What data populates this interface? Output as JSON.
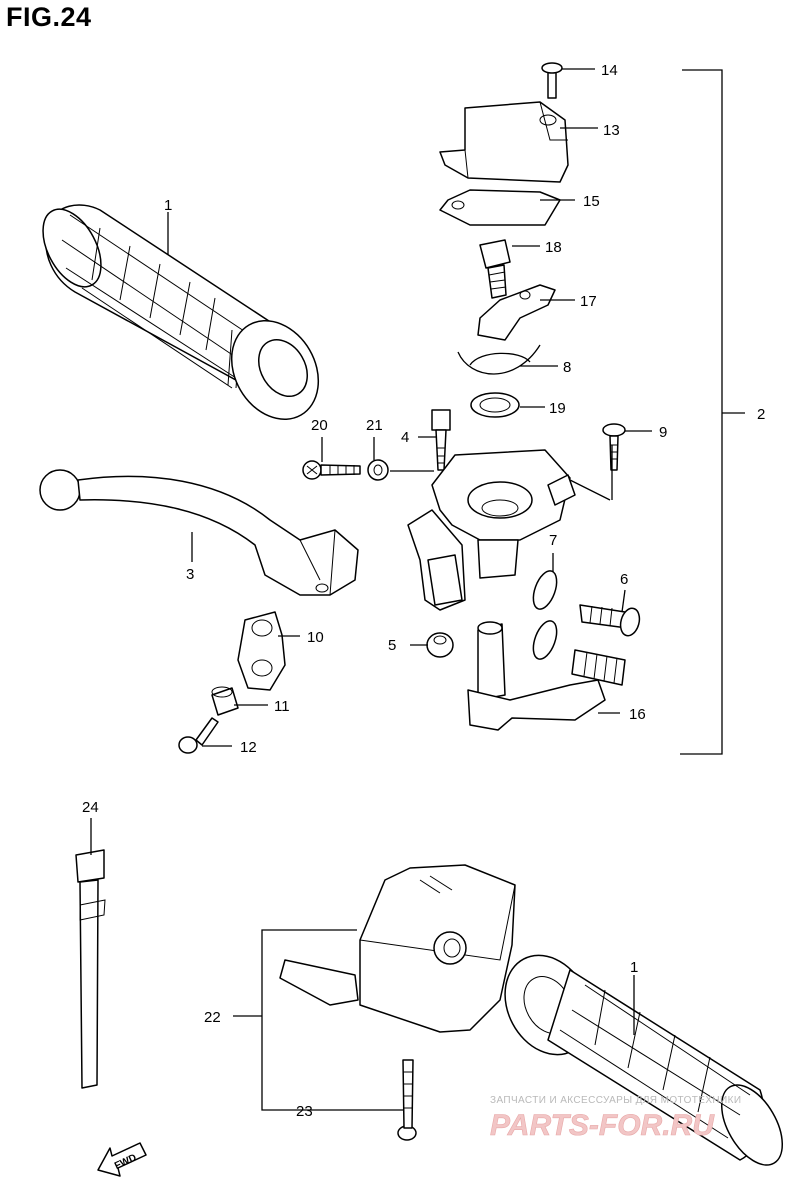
{
  "figure_label": "FIG.24",
  "callouts": [
    {
      "id": "p14",
      "text": "14"
    },
    {
      "id": "p13",
      "text": "13"
    },
    {
      "id": "p15",
      "text": "15"
    },
    {
      "id": "p1a",
      "text": "1"
    },
    {
      "id": "p18",
      "text": "18"
    },
    {
      "id": "p17",
      "text": "17"
    },
    {
      "id": "p8",
      "text": "8"
    },
    {
      "id": "p19",
      "text": "19"
    },
    {
      "id": "p2",
      "text": "2"
    },
    {
      "id": "p20",
      "text": "20"
    },
    {
      "id": "p21",
      "text": "21"
    },
    {
      "id": "p4",
      "text": "4"
    },
    {
      "id": "p9",
      "text": "9"
    },
    {
      "id": "p3",
      "text": "3"
    },
    {
      "id": "p7",
      "text": "7"
    },
    {
      "id": "p6",
      "text": "6"
    },
    {
      "id": "p10",
      "text": "10"
    },
    {
      "id": "p5",
      "text": "5"
    },
    {
      "id": "p11",
      "text": "11"
    },
    {
      "id": "p16",
      "text": "16"
    },
    {
      "id": "p12",
      "text": "12"
    },
    {
      "id": "p24",
      "text": "24"
    },
    {
      "id": "p1b",
      "text": "1"
    },
    {
      "id": "p22",
      "text": "22"
    },
    {
      "id": "p23",
      "text": "23"
    }
  ],
  "fwd_label": "FWD",
  "watermark": {
    "top": "ЗАПЧАСТИ И АКСЕССУАРЫ ДЛЯ МОТОТЕХНИКИ",
    "main": "PARTS-FOR.RU"
  }
}
